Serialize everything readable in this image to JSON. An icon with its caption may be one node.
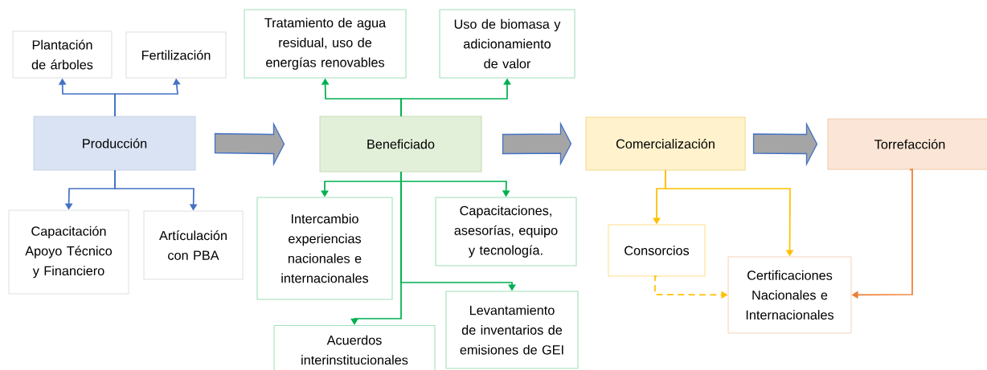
{
  "diagram": {
    "nodes": [
      {
        "text": [
          "Producción"
        ]
      },
      {
        "text": [
          "Plantación de árboles"
        ]
      },
      {
        "text": [
          "Fertilización"
        ]
      },
      {
        "text": [
          "Capacitación Apoyo Técnico y Financiero"
        ]
      },
      {
        "text": [
          "Artículación con PBA"
        ]
      },
      {
        "text": [
          "Beneficiado"
        ]
      },
      {
        "text": [
          "Tratamiento de agua residual, uso de energías renovables"
        ]
      },
      {
        "text": [
          "Uso de biomasa y adicionamiento de valor"
        ]
      },
      {
        "text": [
          "Intercambio experiencias nacionales e internacionales"
        ]
      },
      {
        "text": [
          "Capacitaciones, asesorías, equipo y tecnología."
        ]
      },
      {
        "text": [
          "Acuerdos interinstitucionales"
        ]
      },
      {
        "text": [
          "Levantamiento de inventarios  de emisiones de GEI"
        ]
      },
      {
        "text": [
          "Comercialización"
        ]
      },
      {
        "text": [
          "Torrefacción"
        ]
      },
      {
        "text": [
          "Consorcios"
        ]
      },
      {
        "text": [
          "Certificaciones Nacionales e Internacionales"
        ]
      }
    ],
    "edges": [
      {
        "from": 0,
        "to": 1,
        "arrow": "to",
        "color": "#4472c4"
      },
      {
        "from": 0,
        "to": 2,
        "arrow": "to",
        "color": "#4472c4"
      },
      {
        "from": 0,
        "to": 3,
        "arrow": "to",
        "color": "#4472c4"
      },
      {
        "from": 0,
        "to": 4,
        "arrow": "to",
        "color": "#4472c4"
      },
      {
        "from": 0,
        "to": 5,
        "arrow": "to",
        "style": "thick",
        "color": "#a5a5a5"
      },
      {
        "from": 5,
        "to": 6,
        "arrow": "to",
        "color": "#00b050"
      },
      {
        "from": 5,
        "to": 7,
        "arrow": "to",
        "color": "#00b050"
      },
      {
        "from": 5,
        "to": 8,
        "arrow": "to",
        "color": "#00b050"
      },
      {
        "from": 5,
        "to": 9,
        "arrow": "to",
        "color": "#00b050"
      },
      {
        "from": 5,
        "to": 10,
        "arrow": "to",
        "color": "#00b050"
      },
      {
        "from": 5,
        "to": 11,
        "arrow": "to",
        "color": "#00b050"
      },
      {
        "from": 5,
        "to": 12,
        "arrow": "to",
        "style": "thick",
        "color": "#a5a5a5"
      },
      {
        "from": 12,
        "to": 13,
        "arrow": "to",
        "style": "thick",
        "color": "#a5a5a5"
      },
      {
        "from": 12,
        "to": 14,
        "arrow": "to",
        "color": "#ffc000"
      },
      {
        "from": 12,
        "to": 15,
        "arrow": "to",
        "color": "#ffc000"
      },
      {
        "from": 14,
        "to": 15,
        "arrow": "to",
        "style": "dashed",
        "color": "#ffc000"
      },
      {
        "from": 13,
        "to": 15,
        "arrow": "to",
        "color": "#ed7d31"
      }
    ]
  }
}
